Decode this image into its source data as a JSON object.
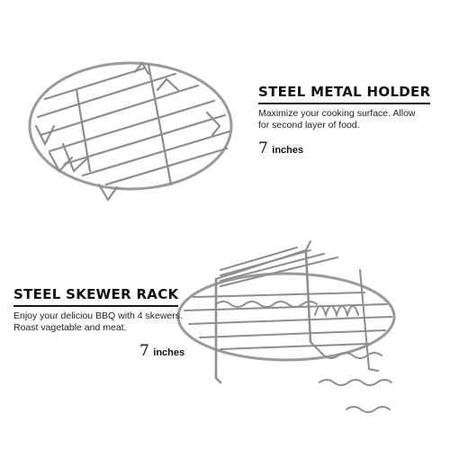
{
  "holder": {
    "title": "STEEL METAL HOLDER",
    "description": "Maximize your cooking surface. Allow\n for second layer of food.",
    "size_number": "7",
    "size_unit": "inches"
  },
  "skewer": {
    "title": "STEEL SKEWER RACK",
    "description": "Enjoy your deliciou BBQ with 4 skewers.\nRoast vagetable and meat.",
    "size_number": "7",
    "size_unit": "inches"
  }
}
